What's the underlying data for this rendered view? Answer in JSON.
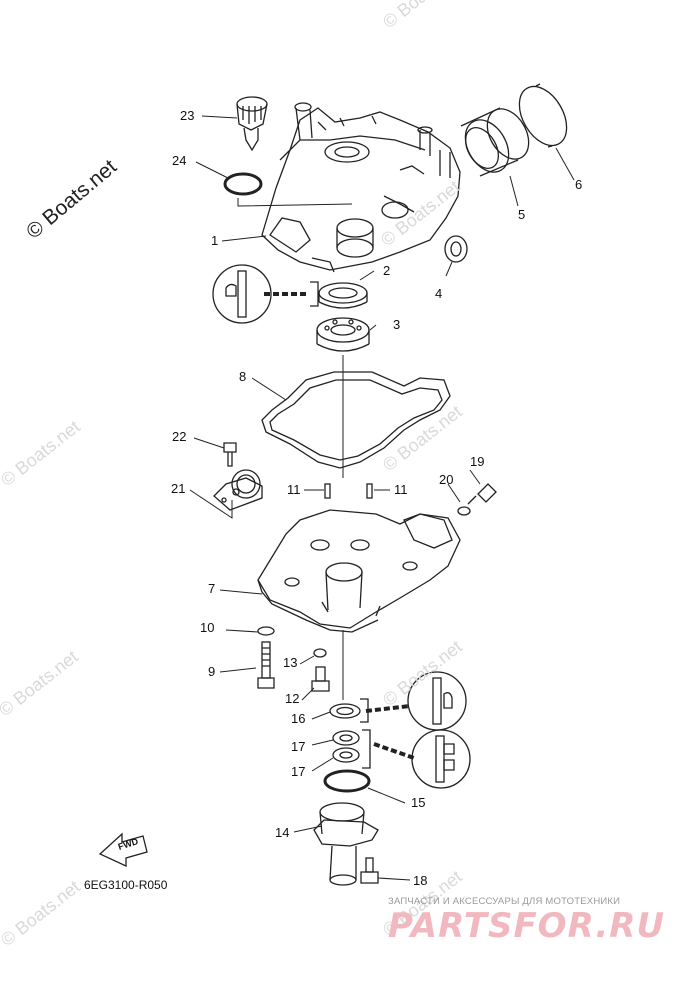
{
  "watermark": {
    "main": "© Boats.net",
    "faint": "© Boats.net"
  },
  "callouts": {
    "c1": "1",
    "c2": "2",
    "c3": "3",
    "c4": "4",
    "c5": "5",
    "c6": "6",
    "c7": "7",
    "c8": "8",
    "c9": "9",
    "c10": "10",
    "c11a": "11",
    "c11b": "11",
    "c12": "12",
    "c13": "13",
    "c14": "14",
    "c15": "15",
    "c16": "16",
    "c17a": "17",
    "c17b": "17",
    "c18": "18",
    "c19": "19",
    "c20": "20",
    "c21": "21",
    "c22": "22",
    "c23": "23",
    "c24": "24"
  },
  "diagram_code": "6EG3100-R050",
  "direction_label": "FWD",
  "brand": {
    "tagline": "ЗАПЧАСТИ И АКСЕССУАРЫ ДЛЯ МОТОТЕХНИКИ",
    "logo": "PARTSFOR.RU"
  }
}
